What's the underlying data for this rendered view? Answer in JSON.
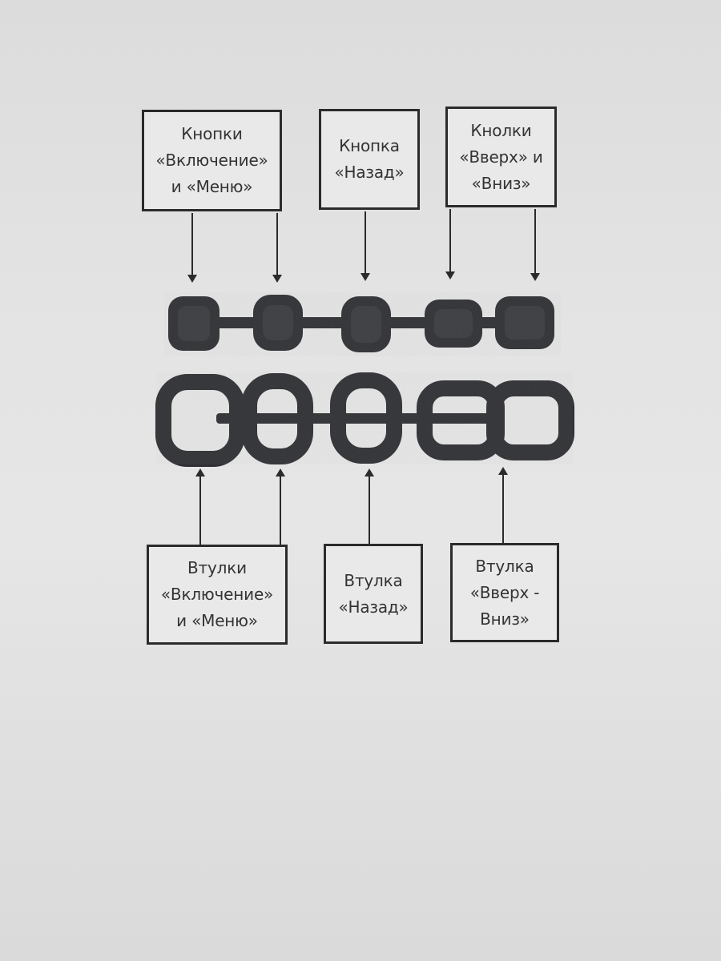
{
  "labels": {
    "power_menu_buttons": "Кнопки\n«Включение»\nи «Меню»",
    "back_button": "Кнопка\n«Назад»",
    "up_down_buttons": "Кнолки\n«Вверх» и\n«Вниз»",
    "power_menu_bushings": "Втулки\n«Включение»\nи «Меню»",
    "back_bushing": "Втулка\n«Назад»",
    "up_down_bushing": "Втулка\n«Вверх -\nВниз»"
  },
  "colors": {
    "paper": "#e3e3e3",
    "ink": "#2b2b2b",
    "part": "#2f3033"
  }
}
